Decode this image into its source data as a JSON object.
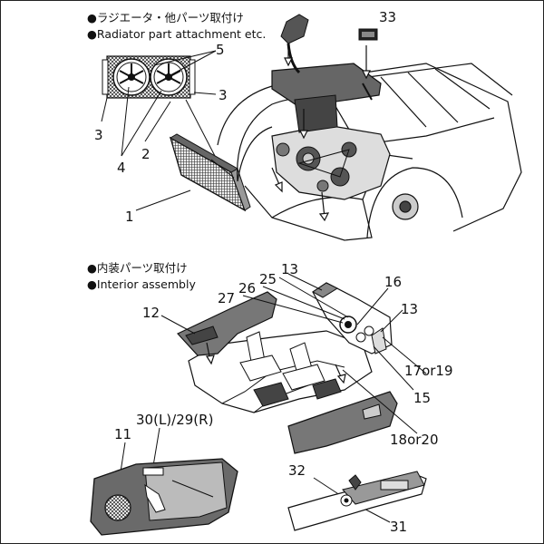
{
  "section_radiator": {
    "title_jp": "●ラジエータ・他パーツ取付け",
    "title_en": "●Radiator part attachment  etc."
  },
  "section_interior": {
    "title_jp": "●内装パーツ取付け",
    "title_en": "●Interior assembly"
  },
  "part_numbers": {
    "p1": "1",
    "p2": "2",
    "p3a": "3",
    "p3b": "3",
    "p4": "4",
    "p5": "5",
    "p33": "33",
    "p12": "12",
    "p13a": "13",
    "p13b": "13",
    "p16": "16",
    "p25": "25",
    "p26": "26",
    "p27": "27",
    "p15": "15",
    "p17or19": "17or19",
    "p18or20": "18or20",
    "p11": "11",
    "p30_29": "30(L)/29(R)",
    "p32": "32",
    "p31": "31"
  }
}
